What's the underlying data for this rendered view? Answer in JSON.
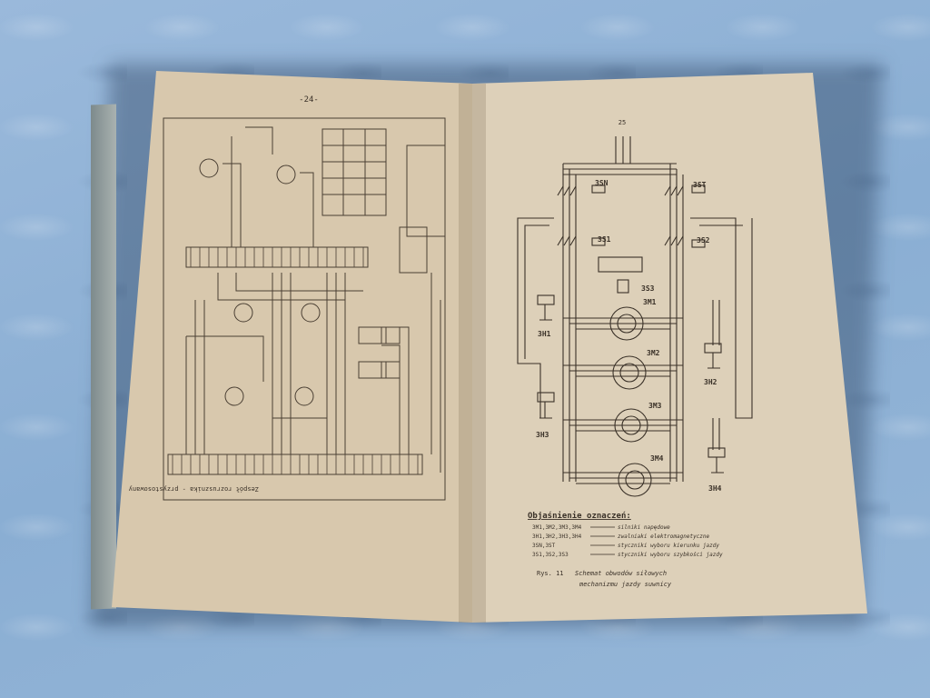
{
  "left_page": {
    "page_number": "-24-",
    "caption": "Zespół rozrusznika - przystosowany"
  },
  "right_page": {
    "page_number": "25",
    "components": {
      "switch_left": "3SN",
      "switch_right": "3ST",
      "contactor_1": "3S1",
      "contactor_2": "3S2",
      "contactor_3": "3S3",
      "motors": [
        "3M1",
        "3M2",
        "3M3",
        "3M4"
      ],
      "brakes": [
        "3H1",
        "3H2",
        "3H3",
        "3H4"
      ]
    },
    "legend": {
      "title": "Objaśnienie oznaczeń:",
      "rows": [
        {
          "key": "3M1,3M2,3M3,3M4",
          "value": "silniki napędowe"
        },
        {
          "key": "3H1,3H2,3H3,3H4",
          "value": "zwalniaki elektromagnetyczne"
        },
        {
          "key": "3SN,3ST",
          "value": "styczniki wyboru kierunku jazdy"
        },
        {
          "key": "3S1,3S2,3S3",
          "value": "styczniki wyboru szybkości jazdy"
        }
      ]
    },
    "figure_caption": {
      "label": "Rys. 11",
      "line1": "Schemat obwodów siłowych",
      "line2": "mechanizmu jazdy suwnicy"
    }
  },
  "colors": {
    "cloth": "#8fb2d6",
    "paper": "#d9cbb4",
    "ink": "#3a3128"
  }
}
